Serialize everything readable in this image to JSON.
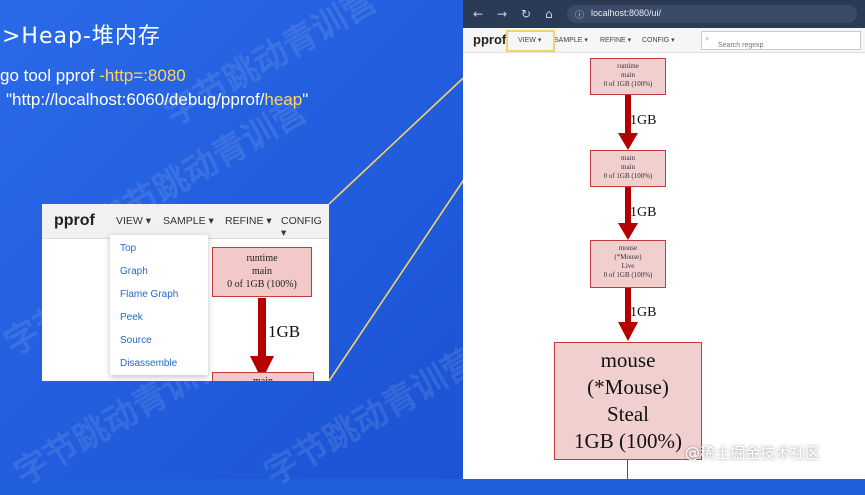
{
  "slide": {
    "title": ">Heap-堆内存",
    "command_prefix": "go tool pprof ",
    "command_flag": "-http=:8080",
    "command_url_prefix": "\"http://localhost:6060/debug/pprof/",
    "command_url_heap": "heap",
    "command_url_suffix": "\"",
    "watermark": "字节跳动青训营"
  },
  "snippet": {
    "logo": "pprof",
    "menu": [
      {
        "label": "VIEW ▾"
      },
      {
        "label": "SAMPLE ▾"
      },
      {
        "label": "REFINE ▾"
      },
      {
        "label": "CONFIG ▾"
      }
    ],
    "dropdown": [
      "Top",
      "Graph",
      "Flame Graph",
      "Peek",
      "Source",
      "Disassemble"
    ],
    "node_runtime": {
      "line1": "runtime",
      "line2": "main",
      "line3": "0 of 1GB (100%)"
    },
    "edge_label": "1GB",
    "node_main_partial": "main"
  },
  "browser": {
    "nav_icons": [
      "back-icon",
      "forward-icon",
      "reload-icon",
      "home-icon",
      "info-icon"
    ],
    "url": "localhost:8080/ui/",
    "logo": "pprof",
    "menu": [
      {
        "label": "VIEW ▾"
      },
      {
        "label": "SAMPLE ▾"
      },
      {
        "label": "REFINE ▾"
      },
      {
        "label": "CONFIG ▾"
      }
    ],
    "search_placeholder": "Search regexp",
    "nodes": [
      {
        "line1": "runtime",
        "line2": "main",
        "line3": "0 of 1GB (100%)"
      },
      {
        "line1": "main",
        "line2": "main",
        "line3": "0 of 1GB (100%)"
      },
      {
        "line1": "mouse",
        "line2": "(*Mouse)",
        "line3": "Live",
        "line4": "0 of 1GB (100%)"
      }
    ],
    "edges": [
      "1GB",
      "1GB",
      "1GB"
    ],
    "big_node": {
      "line1": "mouse",
      "line2": "(*Mouse)",
      "line3": "Steal",
      "line4": "1GB (100%)"
    }
  },
  "footer": {
    "juejin": "@稀土掘金技术社区"
  },
  "colors": {
    "slide_bg": "#1f5fdc",
    "highlight": "#f2d36b",
    "node_fill": "#f2cfcf",
    "node_border": "#c43b3b",
    "arrow": "#b50000",
    "link": "#2469c9"
  }
}
